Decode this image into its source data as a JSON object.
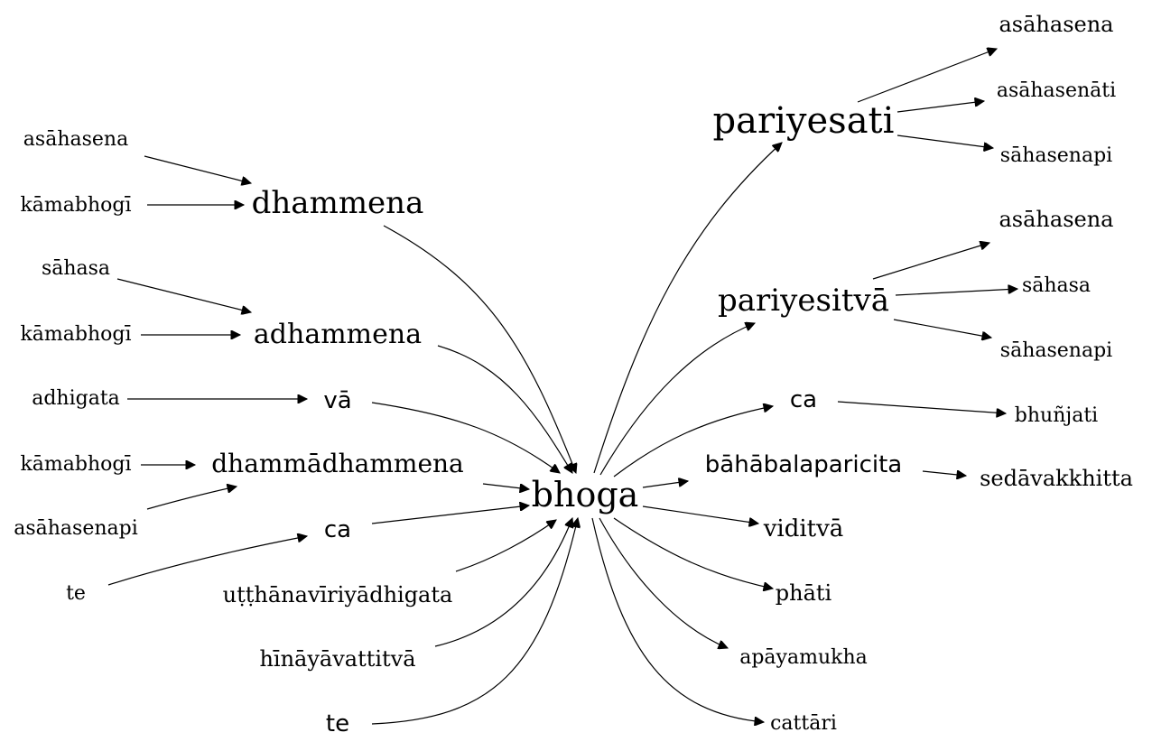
{
  "nodes": {
    "bhoga": "bhoga",
    "dhammena": "dhammena",
    "adhammena": "adhammena",
    "va": "vā",
    "dhammadhammena": "dhammādhammena",
    "ca_left": "ca",
    "utthana": "uṭṭhānavīriyādhigata",
    "hinaya": "hīnāyāvattitvā",
    "te_bottom": "te",
    "asahasena_l1": "asāhasena",
    "kamabhogi_1": "kāmabhogī",
    "sahasa_l": "sāhasa",
    "kamabhogi_2": "kāmabhogī",
    "adhigata": "adhigata",
    "kamabhogi_3": "kāmabhogī",
    "asahasenapi_l": "asāhasenapi",
    "te_left": "te",
    "pariyesati": "pariyesati",
    "pariyesitva": "pariyesitvā",
    "ca_right": "ca",
    "bahabala": "bāhābalaparicita",
    "viditva": "viditvā",
    "phati": "phāti",
    "apayamukha": "apāyamukha",
    "cattari": "cattāri",
    "asahasena_r1": "asāhasena",
    "asahasenati": "asāhasenāti",
    "sahasenapi_r1": "sāhasenapi",
    "asahasena_r2": "asāhasena",
    "sahasa_r": "sāhasa",
    "sahasenapi_r2": "sāhasenapi",
    "bhunjati": "bhuñjati",
    "sedavakkhitta": "sedāvakkhitta"
  }
}
